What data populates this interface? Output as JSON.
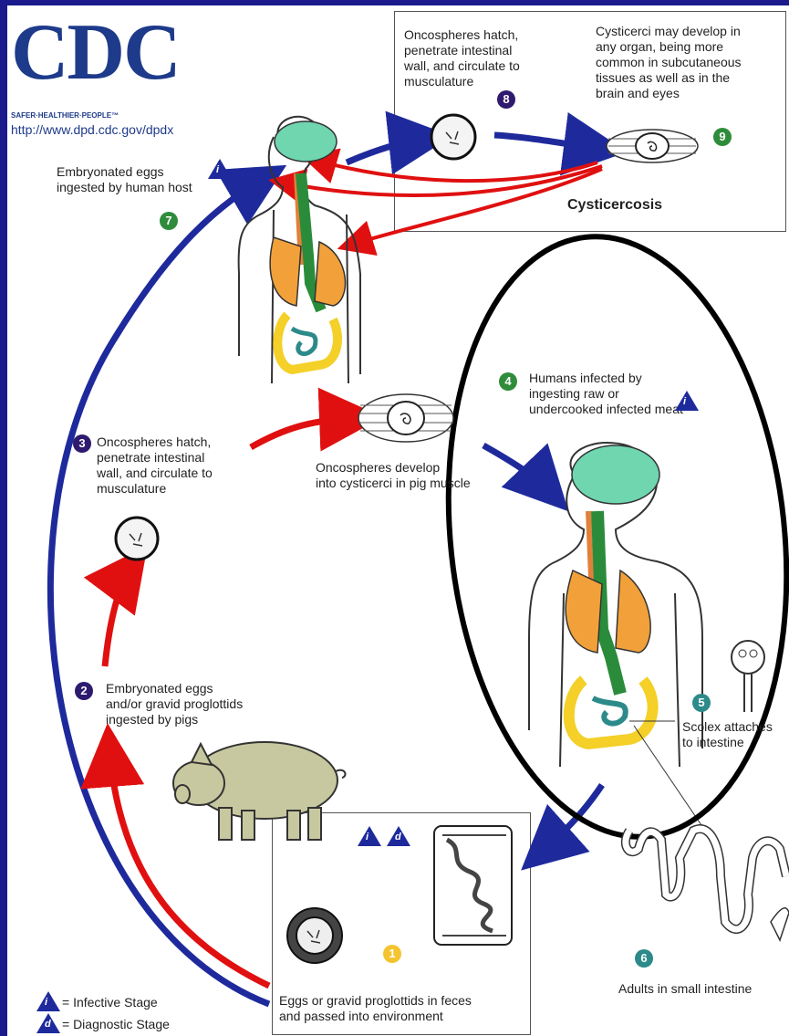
{
  "logo": {
    "name": "CDC",
    "tagline": "SAFER·HEALTHIER·PEOPLE™",
    "url": "http://www.dpd.cdc.gov/dpdx"
  },
  "steps": {
    "s1": {
      "num": "1",
      "text": [
        "Eggs or gravid proglottids in feces",
        "and passed into environment"
      ]
    },
    "s2": {
      "num": "2",
      "text": [
        "Embryonated eggs",
        "and/or gravid proglottids",
        "ingested by pigs"
      ]
    },
    "s3": {
      "num": "3",
      "text": [
        "Oncospheres hatch,",
        "penetrate intestinal",
        "wall, and circulate to",
        "musculature"
      ]
    },
    "s3b": {
      "text": [
        "Oncospheres develop",
        "into cysticerci in pig muscle"
      ]
    },
    "s4": {
      "num": "4",
      "text": [
        "Humans infected by",
        "ingesting raw or",
        "undercooked infected meat"
      ]
    },
    "s5": {
      "num": "5",
      "text": [
        "Scolex attaches",
        "to intestine"
      ]
    },
    "s6": {
      "num": "6",
      "text": [
        "Adults in small intestine"
      ]
    },
    "s7": {
      "num": "7",
      "text": [
        "Embryonated eggs",
        "ingested by human host"
      ]
    },
    "s8": {
      "num": "8",
      "text": [
        "Oncospheres hatch,",
        "penetrate intestinal",
        "wall, and circulate to",
        "musculature"
      ]
    },
    "s9": {
      "num": "9",
      "text": [
        "Cysticerci may develop in",
        "any organ, being more",
        "common in subcutaneous",
        "tissues as well as in the",
        "brain and eyes"
      ]
    }
  },
  "box_title": "Cysticercosis",
  "legend": {
    "infective": "= Infective Stage",
    "diagnostic": "= Diagnostic Stage",
    "i_symbol": "i",
    "d_symbol": "d"
  },
  "colors": {
    "blue_arrow": "#1e2a9c",
    "red_arrow": "#e01010",
    "purple": "#2e1a6e",
    "green": "#2f8c3a",
    "teal": "#2d8a8a",
    "yellow": "#f4c430"
  }
}
